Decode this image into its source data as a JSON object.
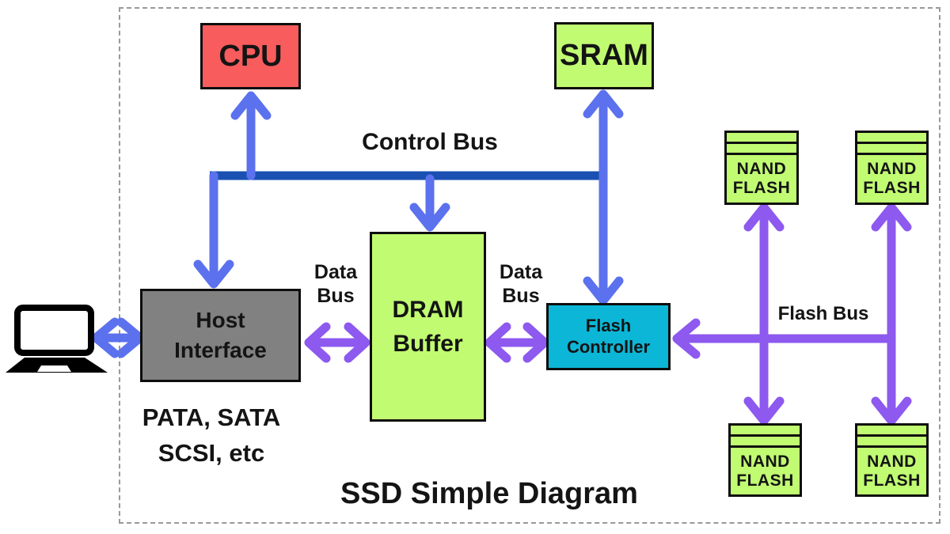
{
  "diagram": {
    "title": "SSD Simple Diagram",
    "nodes": {
      "cpu": {
        "label": "CPU"
      },
      "sram": {
        "label": "SRAM"
      },
      "host_interface": {
        "line1": "Host",
        "line2": "Interface"
      },
      "dram_buffer": {
        "line1": "DRAM",
        "line2": "Buffer"
      },
      "flash_controller": {
        "line1": "Flash",
        "line2": "Controller"
      },
      "nand_flash": {
        "line1": "NAND",
        "line2": "FLASH"
      }
    },
    "labels": {
      "control_bus": "Control Bus",
      "data_bus_line1": "Data",
      "data_bus_line2": "Bus",
      "flash_bus": "Flash Bus",
      "host_protocols_line1": "PATA, SATA",
      "host_protocols_line2": "SCSI, etc"
    },
    "icons": {
      "host_computer": "laptop-icon"
    },
    "colors": {
      "cpu_fill": "#f85c5c",
      "memory_fill": "#c1fb72",
      "controller_fill": "#0cb6d6",
      "host_fill": "#818181",
      "control_bus_line": "#1a50b2",
      "control_arrows": "#5b71ed",
      "data_arrows": "#8d59ef",
      "border": "#0d0d0d",
      "frame_dash": "#999999"
    }
  }
}
